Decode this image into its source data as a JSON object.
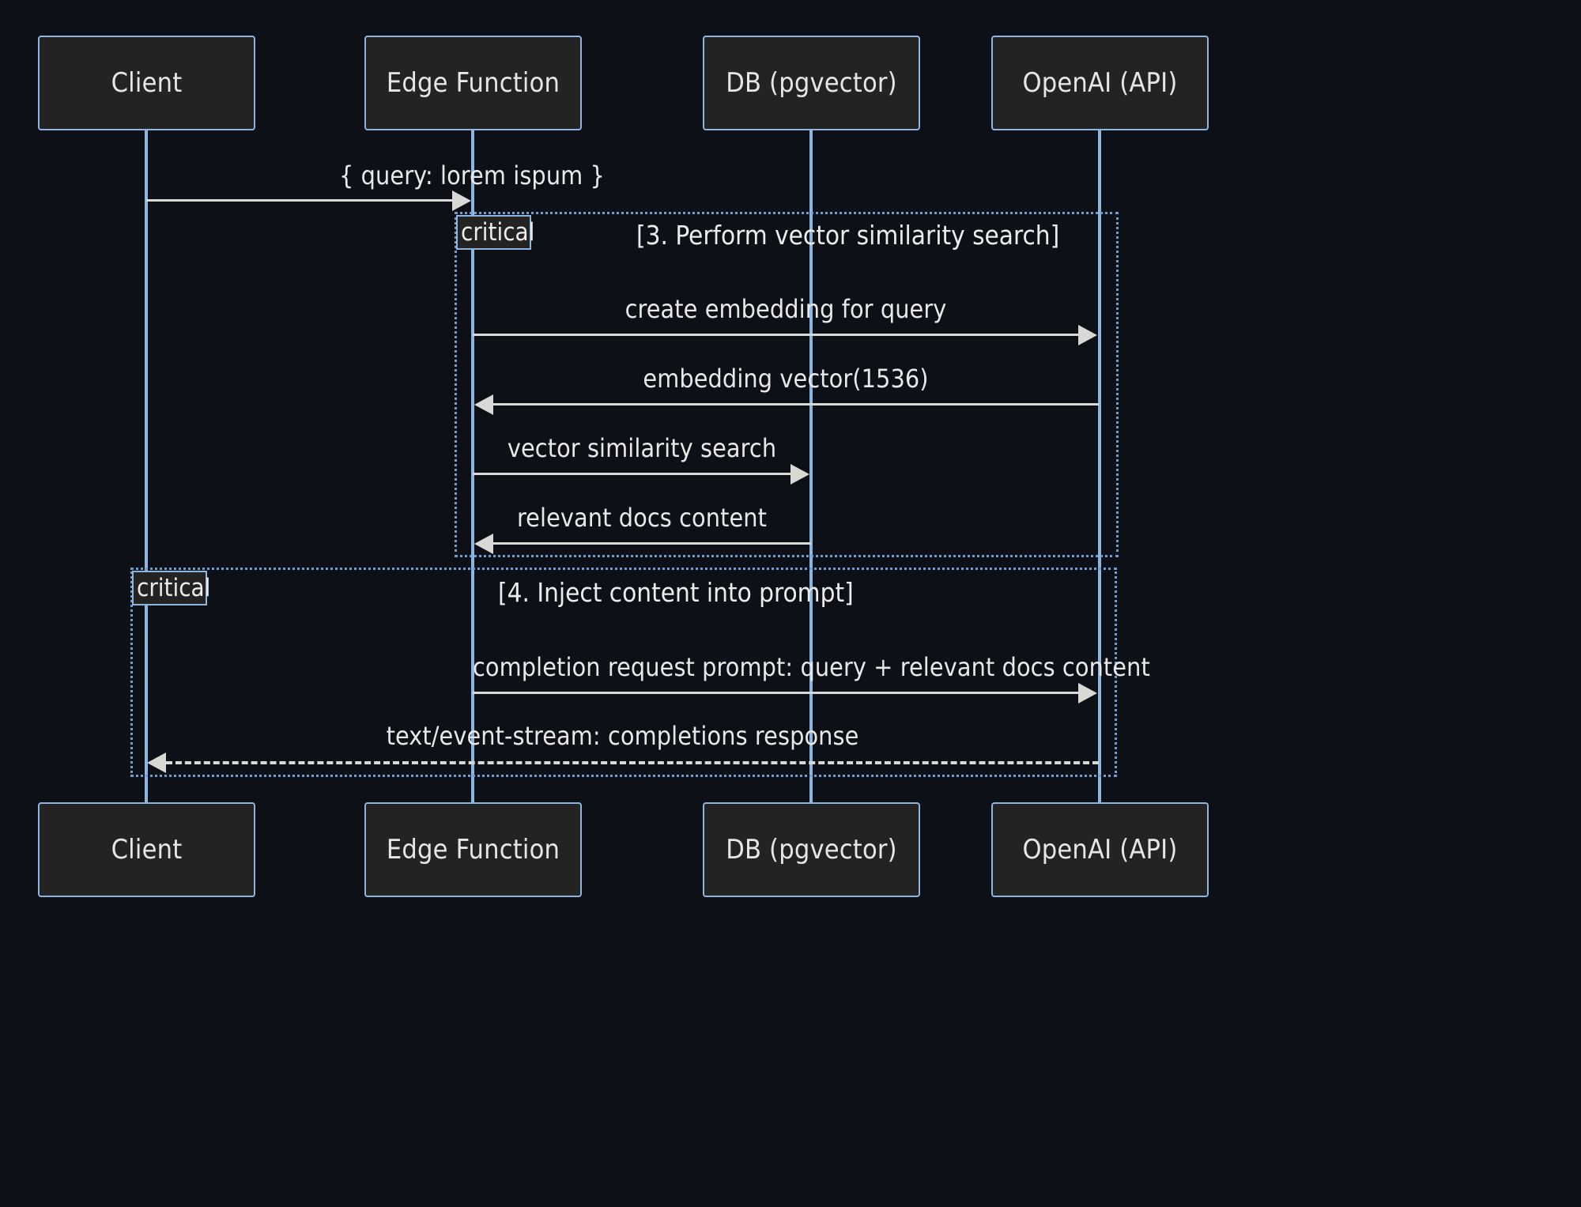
{
  "diagram": {
    "type": "sequence-diagram",
    "background_color": "#0d1117",
    "participant_box_color": "#232323",
    "participant_border_color": "#8cb6e0",
    "lifeline_color": "#8cb6e0",
    "message_color": "#d8d8d4",
    "frame_border_color": "#6f9fd0",
    "participants": [
      {
        "id": "client",
        "label": "Client"
      },
      {
        "id": "edge",
        "label": "Edge Function"
      },
      {
        "id": "db",
        "label": "DB (pgvector)"
      },
      {
        "id": "openai",
        "label": "OpenAI (API)"
      }
    ],
    "participants_bottom": [
      {
        "id": "client",
        "label": "Client"
      },
      {
        "id": "edge",
        "label": "Edge Function"
      },
      {
        "id": "db",
        "label": "DB (pgvector)"
      },
      {
        "id": "openai",
        "label": "OpenAI (API)"
      }
    ],
    "messages": [
      {
        "id": "m1",
        "from": "client",
        "to": "edge",
        "label": "{ query: lorem ispum }",
        "style": "solid",
        "direction": "right"
      },
      {
        "id": "m2",
        "from": "edge",
        "to": "openai",
        "label": "create embedding for query",
        "style": "solid",
        "direction": "right"
      },
      {
        "id": "m3",
        "from": "openai",
        "to": "edge",
        "label": "embedding vector(1536)",
        "style": "solid",
        "direction": "left"
      },
      {
        "id": "m4",
        "from": "edge",
        "to": "db",
        "label": "vector similarity search",
        "style": "solid",
        "direction": "right"
      },
      {
        "id": "m5",
        "from": "db",
        "to": "edge",
        "label": "relevant docs content",
        "style": "solid",
        "direction": "left"
      },
      {
        "id": "m6",
        "from": "edge",
        "to": "openai",
        "label": "completion request prompt: query + relevant docs content",
        "style": "solid",
        "direction": "right"
      },
      {
        "id": "m7",
        "from": "openai",
        "to": "client",
        "label": "text/event-stream: completions response",
        "style": "dashed",
        "direction": "left"
      }
    ],
    "frames": [
      {
        "id": "f1",
        "tag": "critical",
        "title": "[3. Perform vector similarity search]"
      },
      {
        "id": "f2",
        "tag": "critical",
        "title": "[4. Inject content into prompt]"
      }
    ]
  }
}
